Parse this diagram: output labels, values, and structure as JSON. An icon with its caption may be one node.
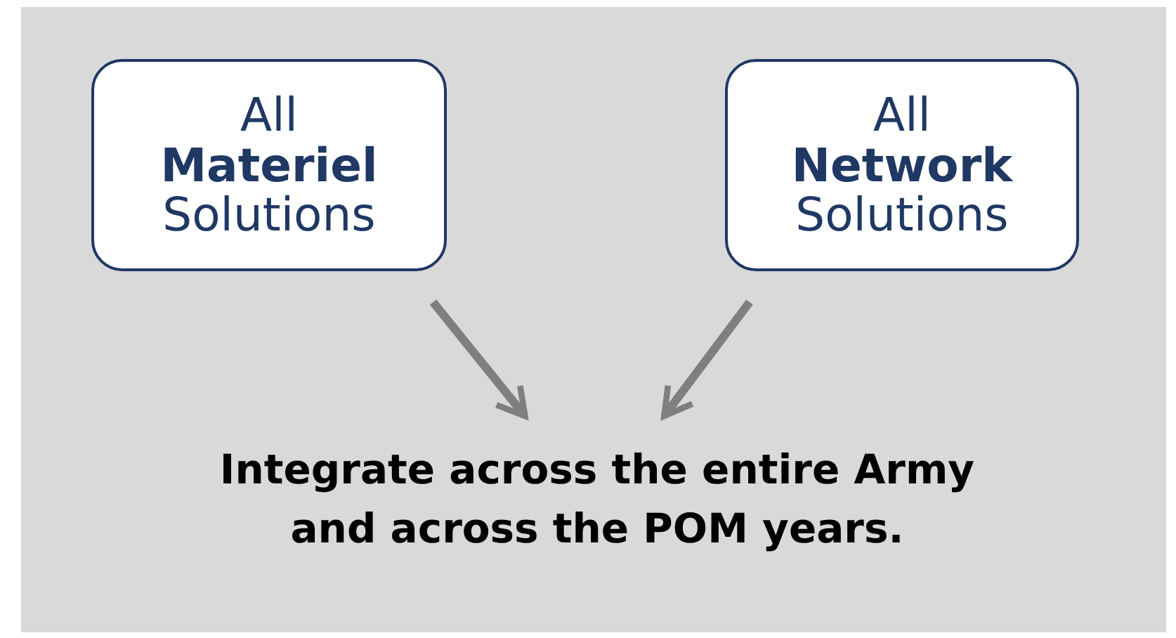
{
  "diagram": {
    "nodes": [
      {
        "text": [
          "All **Materiel** Solutions"
        ]
      },
      {
        "text": [
          "All **Network** Solutions"
        ]
      },
      {
        "text": [
          "Integrate across the entire Army and across the POM years."
        ]
      }
    ],
    "edges": [
      {
        "from": 0,
        "to": 2,
        "arrow": "to"
      },
      {
        "from": 1,
        "to": 2,
        "arrow": "to"
      }
    ]
  }
}
